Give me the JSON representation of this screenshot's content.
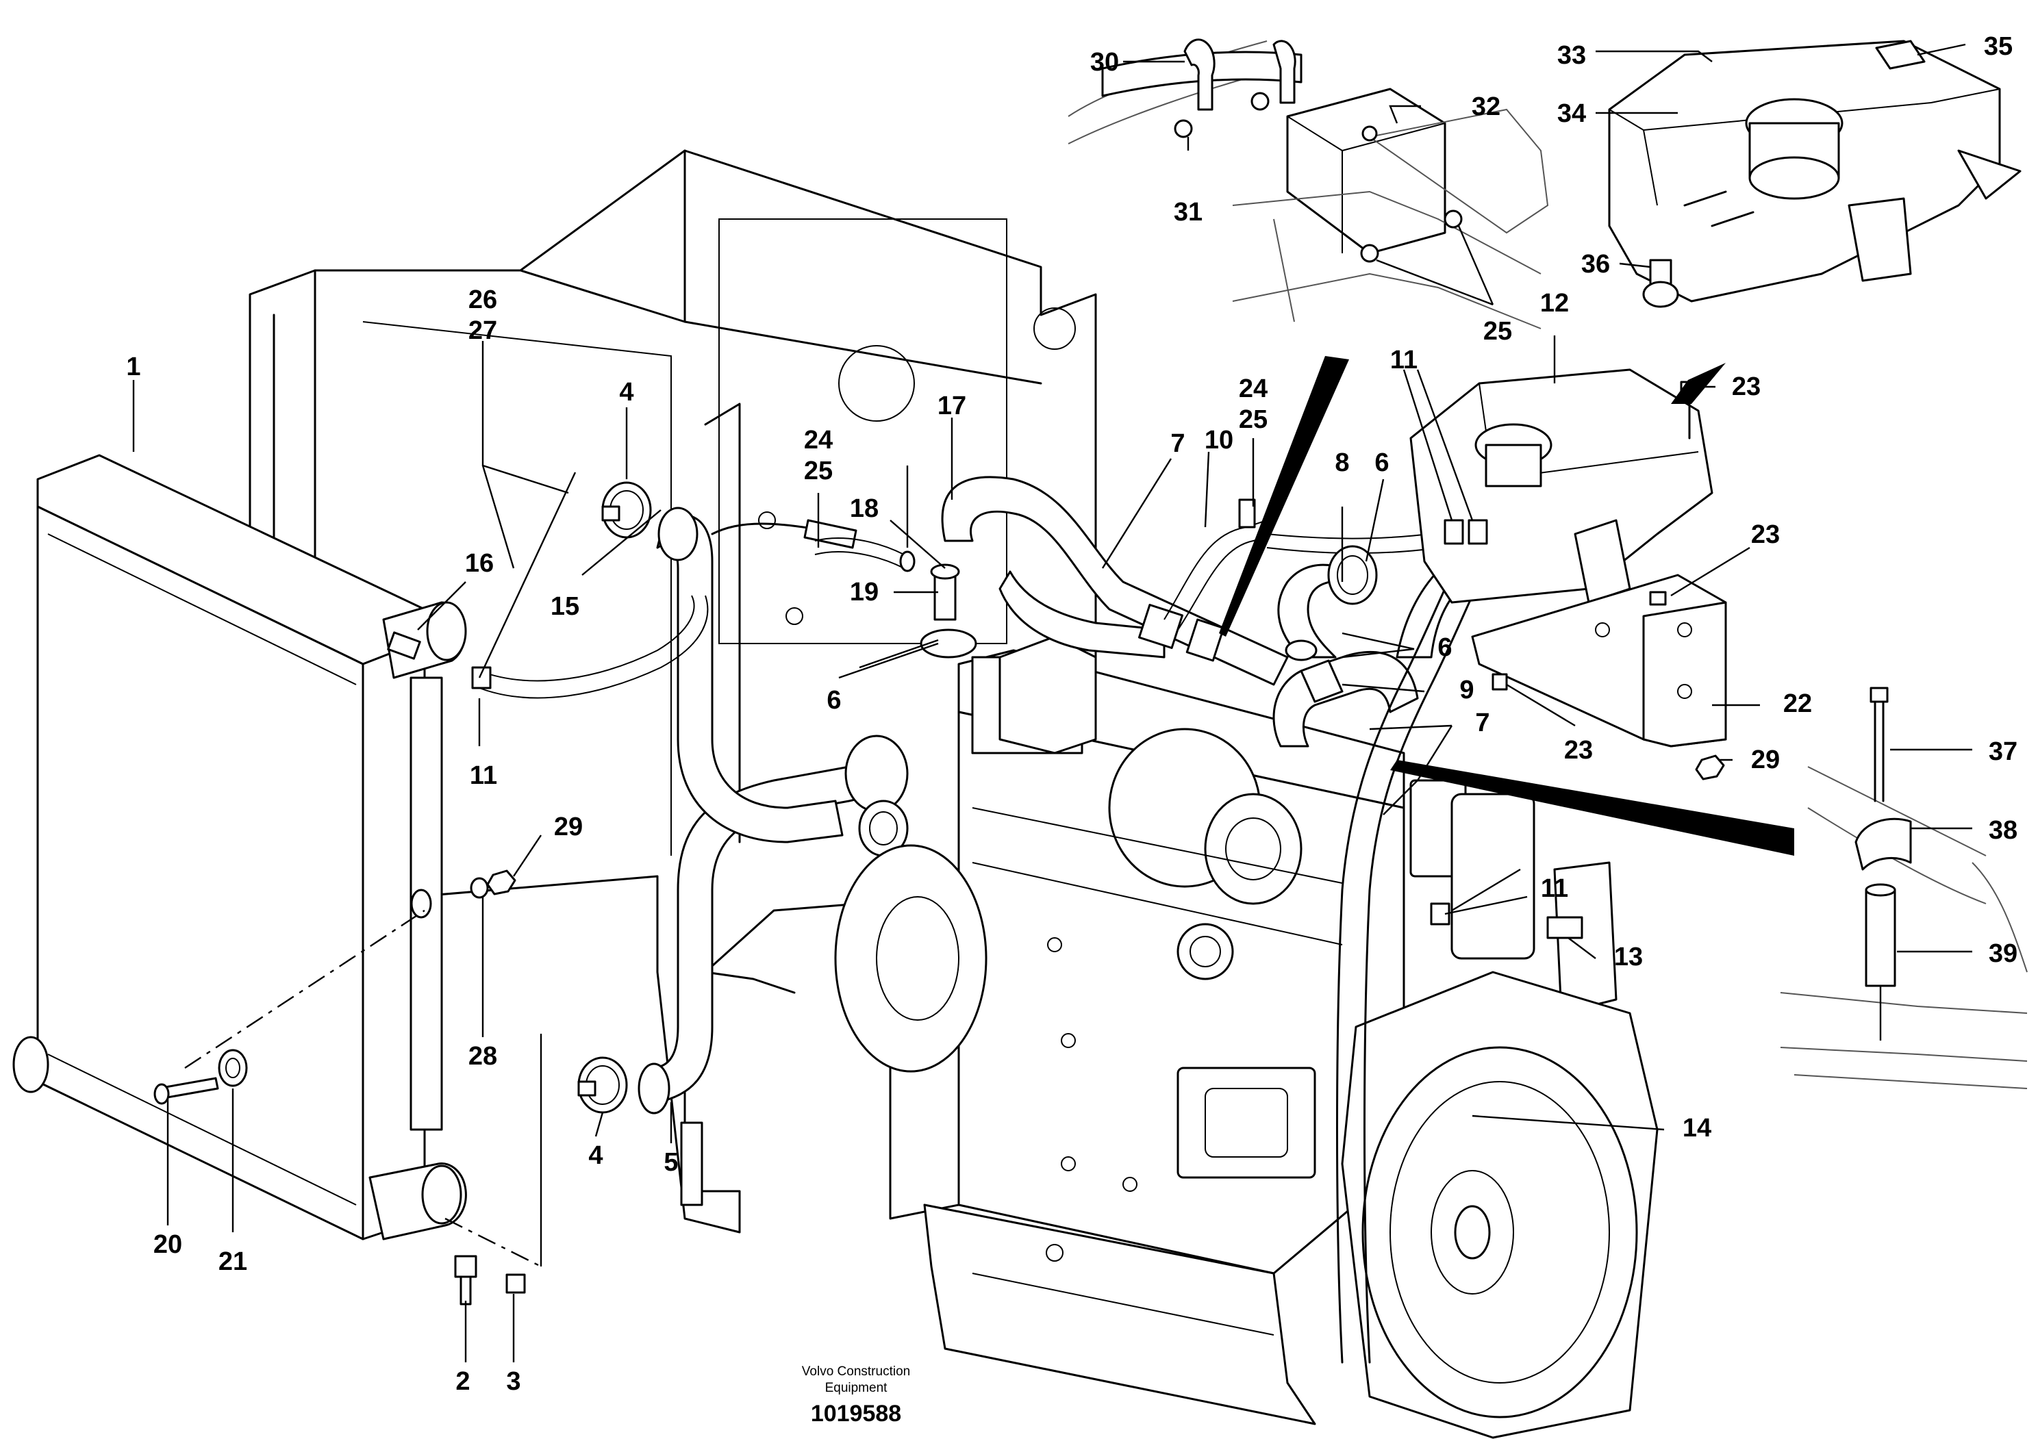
{
  "diagram": {
    "publisher_line1": "Volvo Construction",
    "publisher_line2": "Equipment",
    "document_number": "1019588",
    "callouts": [
      {
        "id": "c1",
        "label": "1"
      },
      {
        "id": "c2",
        "label": "2"
      },
      {
        "id": "c3",
        "label": "3"
      },
      {
        "id": "c4a",
        "label": "4"
      },
      {
        "id": "c4b",
        "label": "4"
      },
      {
        "id": "c5",
        "label": "5"
      },
      {
        "id": "c6a",
        "label": "6"
      },
      {
        "id": "c6b",
        "label": "6"
      },
      {
        "id": "c6c",
        "label": "6"
      },
      {
        "id": "c7a",
        "label": "7"
      },
      {
        "id": "c7b",
        "label": "7"
      },
      {
        "id": "c8",
        "label": "8"
      },
      {
        "id": "c9",
        "label": "9"
      },
      {
        "id": "c10",
        "label": "10"
      },
      {
        "id": "c11a",
        "label": "11"
      },
      {
        "id": "c11b",
        "label": "11"
      },
      {
        "id": "c11c",
        "label": "11"
      },
      {
        "id": "c12",
        "label": "12"
      },
      {
        "id": "c13",
        "label": "13"
      },
      {
        "id": "c14",
        "label": "14"
      },
      {
        "id": "c15",
        "label": "15"
      },
      {
        "id": "c16",
        "label": "16"
      },
      {
        "id": "c17",
        "label": "17"
      },
      {
        "id": "c18",
        "label": "18"
      },
      {
        "id": "c19",
        "label": "19"
      },
      {
        "id": "c20",
        "label": "20"
      },
      {
        "id": "c21",
        "label": "21"
      },
      {
        "id": "c22",
        "label": "22"
      },
      {
        "id": "c23a",
        "label": "23"
      },
      {
        "id": "c23b",
        "label": "23"
      },
      {
        "id": "c23c",
        "label": "23"
      },
      {
        "id": "c24a",
        "label": "24"
      },
      {
        "id": "c25a",
        "label": "25"
      },
      {
        "id": "c24b",
        "label": "24"
      },
      {
        "id": "c25b",
        "label": "25"
      },
      {
        "id": "c25c",
        "label": "25"
      },
      {
        "id": "c26",
        "label": "26"
      },
      {
        "id": "c27",
        "label": "27"
      },
      {
        "id": "c28",
        "label": "28"
      },
      {
        "id": "c29a",
        "label": "29"
      },
      {
        "id": "c29b",
        "label": "29"
      },
      {
        "id": "c30",
        "label": "30"
      },
      {
        "id": "c31",
        "label": "31"
      },
      {
        "id": "c32",
        "label": "32"
      },
      {
        "id": "c33",
        "label": "33"
      },
      {
        "id": "c34",
        "label": "34"
      },
      {
        "id": "c35",
        "label": "35"
      },
      {
        "id": "c36",
        "label": "36"
      },
      {
        "id": "c37",
        "label": "37"
      },
      {
        "id": "c38",
        "label": "38"
      },
      {
        "id": "c39",
        "label": "39"
      }
    ]
  }
}
